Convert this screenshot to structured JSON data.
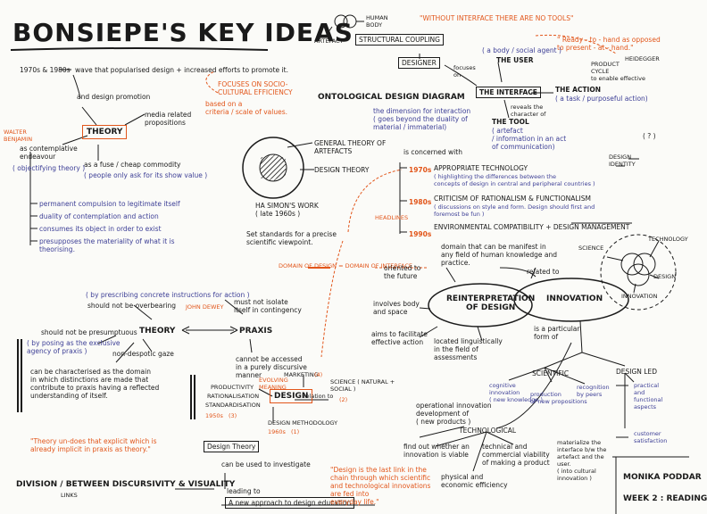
{
  "title": "BONSIEPE'S KEY IDEAS",
  "author": "MONIKA PODDAR",
  "week": "WEEK 2 : READING",
  "top": {
    "human_body": "HUMAN\nBODY",
    "artefact": "ARTEFACT",
    "structural_coupling": "STRUCTURAL COUPLING",
    "no_interface_quote": "\"WITHOUT INTERFACE THERE ARE NO TOOLS\"",
    "heidegger_quote": "\" Ready - to - hand as opposed\nto present - at - hand.\"",
    "heidegger": "HEIDEGGER",
    "designer": "DESIGNER",
    "the_user": "THE USER",
    "user_note": "( a body / social agent )",
    "focuses_on": "focuses\non",
    "the_interface": "THE INTERFACE",
    "the_action": "THE ACTION",
    "action_note": "( a task / purposeful action)",
    "product_cycle": "PRODUCT\nCYCLE\nto enable effective",
    "reveals": "reveals the\ncharacter of",
    "the_tool": "THE TOOL",
    "tool_note": "( artefact\n/ information in an act\nof communication)",
    "ontological": "ONTOLOGICAL DESIGN DIAGRAM",
    "dimension_note": "the dimension for interaction\n( goes beyond the duality of\nmaterial / immaterial)"
  },
  "left": {
    "decades": "1970s & 1980s",
    "wave": "wave that popularised design + increased efforts to promote it.",
    "design_promotion": "and design promotion",
    "socio_note": "FOCUSES ON SOCIO-\nCULTURAL EFFICIENCY",
    "based_on": "based on a\ncriteria / scale of values.",
    "theory": "THEORY",
    "media": "media related\npropositions",
    "walter": "WALTER\nBENJAMIN",
    "contemplative": "as contemplative\nendeavour",
    "objectifying": "( objectifying theory )",
    "fuse": "as a fuse / cheap commodity",
    "fuse_note": "( people only ask for its show value )",
    "bullets": [
      "permanent compulsion to legitimate itself",
      "duality of contemplation and action",
      "consumes its object in order to exist",
      "presupposes the materiality of what it is\ntheorising."
    ]
  },
  "simon": {
    "general_theory": "GENERAL THEORY OF\nARTEFACTS",
    "design_theory": "DESIGN THEORY",
    "work": "HA SIMON'S WORK\n( late 1960s )",
    "standards": "Set standards for a precise\nscientific viewpoint.",
    "domain_note": "DOMAIN OF DESIGN = DOMAIN OF INTERFACE",
    "concerned": "is concerned with"
  },
  "timeline": {
    "d1970": "1970s",
    "appropriate": "APPROPRIATE TECHNOLOGY",
    "appropriate_note": "( highlighting the differences between the\nconcepts of design in central and peripheral countries )",
    "d1980": "1980s",
    "criticism": "CRITICISM OF RATIONALISM & FUNCTIONALISM",
    "criticism_note": "( discussions on style and form. Design should first and\nforemost be fun )",
    "d1990": "1990s",
    "environmental": "ENVIRONMENTAL COMPATIBILITY + DESIGN MANAGEMENT",
    "headlines": "HEADLINES",
    "design_identity": "DESIGN\nIDENTITY",
    "question": "( ? )"
  },
  "center": {
    "domain_manifest": "domain that can be manifest in\nany field of human knowledge and\npractice.",
    "oriented": "oriented to\nthe future",
    "related": "related to",
    "reinterpretation": "REINTERPRETATION\nOF DESIGN",
    "innovation": "INNOVATION",
    "involves": "involves body\nand space",
    "aims": "aims to facilitate\neffective action",
    "located": "located linguistically\nin the field of\nassessments",
    "particular": "is a particular\nform of",
    "science": "SCIENCE",
    "technology": "TECHNOLOGY",
    "design_v": "DESIGN",
    "innovation_v": "INNOVATION",
    "scientific": "SCIENTIFIC",
    "cognitive": "cognitive\ninnovation\n( new knowledge )",
    "production": "production\nof new propositions",
    "recognition": "recognition\nby peers",
    "design_led": "DESIGN LED",
    "practical": "practical\nand\nfunctional\naspects",
    "customer": "customer\nsatisfaction",
    "operational": "operational innovation\ndevelopment of\n( new products )",
    "technological": "TECHNOLOGICAL",
    "find_out": "find out whether an\ninnovation is viable",
    "technical": "technical and\ncommercial viability\nof making a product",
    "physical": "physical and\neconomic efficiency",
    "materialise": "materialize the\ninterface b/w the\nartefact and the\nuser.\n( into cultural\ninnovation )"
  },
  "praxis": {
    "situations": "( by prescribing concrete instructions for action )",
    "overbearing": "should not be overbearing",
    "dewey": "JOHN DEWEY",
    "must": "must not isolate\nitself in contingency",
    "theory": "THEORY",
    "praxis": "PRAXIS",
    "not_presumptuous": "should not be presumptuous",
    "passing": "( by posing as the exclusive\nagency of praxis )",
    "non_despotic": "non-despotic gaze",
    "cannot": "cannot be accessed\nin a purely discursive\nmanner",
    "characterised": "can be characterised as the domain\nin which distinctions are made that\ncontribute to praxis having a reflected\nunderstanding of itself.",
    "marketing": "MARKETING",
    "productivity": "PRODUCTIVITY",
    "rationalisation": "RATIONALISATION",
    "standardisation": "STANDARDISATION",
    "year1950": "1950s",
    "evolving": "EVOLVING\nMEANING",
    "design": "DESIGN",
    "science_ns": "SCIENCE ( NATURAL +\nSOCIAL )",
    "relation": "relation to",
    "methodology": "DESIGN METHODOLOGY",
    "year1960": "1960s",
    "n1": "(1)",
    "n2": "(2)",
    "n3": "(3)",
    "n4": "(4)"
  },
  "bottom": {
    "quote_theory": "\"Theory un-does that explicit which is\nalready implicit in praxis as theory.\"",
    "design_theory_box": "Design Theory",
    "investigate": "can be used to investigate",
    "division": "DIVISION / BETWEEN DISCURSIVITY & VISUALITY",
    "links": "LINKS",
    "leading": "leading to",
    "new_approach": "A new approach to design education",
    "quote_design": "\"Design is the last link in the\nchain through which scientific\nand technological innovations\nare fed into\neveryday life.\""
  }
}
